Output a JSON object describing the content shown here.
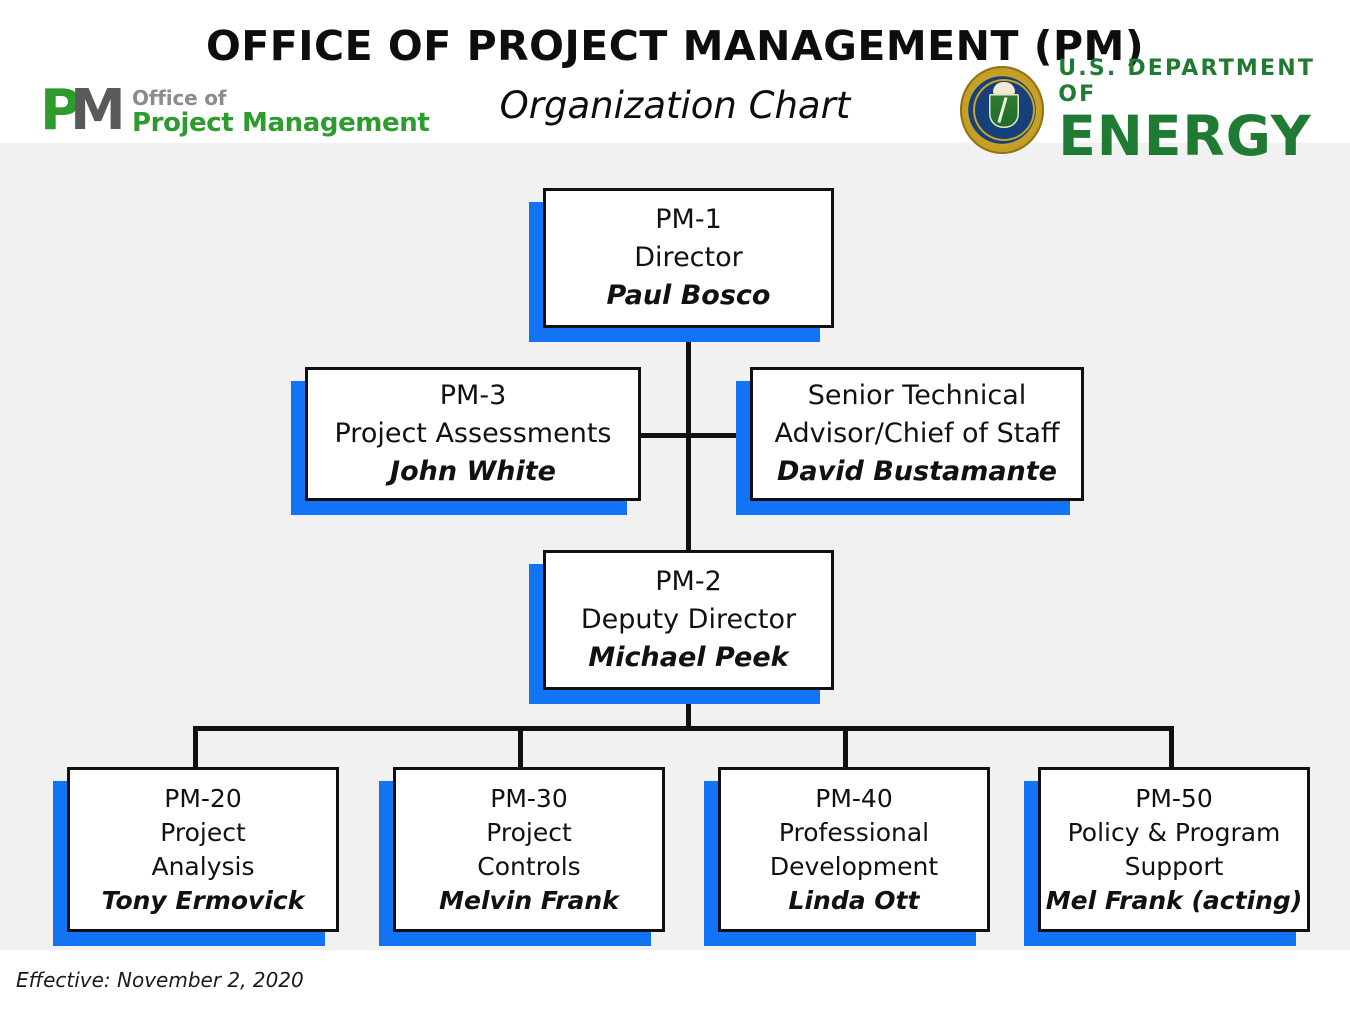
{
  "header": {
    "title": "OFFICE OF PROJECT MANAGEMENT (PM)",
    "subtitle": "Organization Chart"
  },
  "logos": {
    "pm": {
      "mark_p": "P",
      "mark_m": "M",
      "line1": "Office of",
      "line2": "Project Management"
    },
    "doe": {
      "line1": "U.S. DEPARTMENT OF",
      "line2": "ENERGY"
    }
  },
  "colors": {
    "canvas_background": "#f1f1f1",
    "title_background": "#ffffff",
    "box_border": "#101010",
    "box_fill": "#ffffff",
    "box_shadow": "#1373f5",
    "connector": "#101010",
    "pm_green": "#2e9b2e",
    "pm_gray": "#5a5a5a",
    "doe_green": "#1f7a34"
  },
  "nodes": {
    "director": {
      "code": "PM-1",
      "title": "Director",
      "person": "Paul Bosco"
    },
    "project_assessments": {
      "code": "PM-3",
      "title": "Project Assessments",
      "person": "John White"
    },
    "senior_technical_advisor": {
      "code": "Senior Technical",
      "title": "Advisor/Chief of Staff",
      "person": "David Bustamante"
    },
    "deputy_director": {
      "code": "PM-2",
      "title": "Deputy Director",
      "person": "Michael Peek"
    },
    "divisions": [
      {
        "code": "PM-20",
        "title_line1": "Project",
        "title_line2": "Analysis",
        "person": "Tony Ermovick"
      },
      {
        "code": "PM-30",
        "title_line1": "Project",
        "title_line2": "Controls",
        "person": "Melvin Frank"
      },
      {
        "code": "PM-40",
        "title_line1": "Professional",
        "title_line2": "Development",
        "person": "Linda Ott"
      },
      {
        "code": "PM-50",
        "title_line1": "Policy & Program",
        "title_line2": "Support",
        "person": "Mel Frank (acting)"
      }
    ]
  },
  "footer": {
    "effective": "Effective: November 2, 2020"
  }
}
